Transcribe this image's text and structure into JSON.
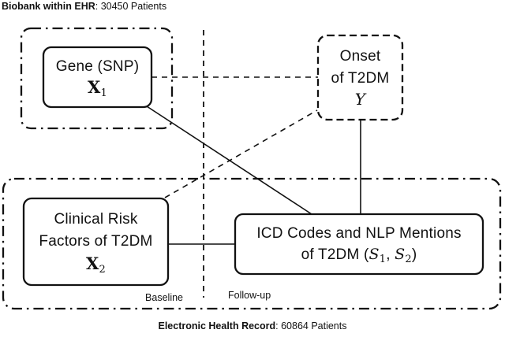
{
  "colors": {
    "ink": "#111111",
    "background": "#ffffff"
  },
  "header": {
    "bold_text": "Biobank within EHR",
    "rest_text": ": 30450 Patients"
  },
  "footer": {
    "bold_text": "Electronic Health Record",
    "rest_text": ": 60864 Patients"
  },
  "timeline": {
    "baseline": "Baseline",
    "followup": "Follow-up"
  },
  "nodes": {
    "gene": {
      "title": "Gene (SNP)",
      "symbol": "X",
      "subscript": "1"
    },
    "onset": {
      "line1": "Onset",
      "line2": "of T2DM",
      "symbol": "Y"
    },
    "clinical_risk": {
      "line1": "Clinical Risk",
      "line2": "Factors of T2DM",
      "symbol": "X",
      "subscript": "2"
    },
    "icd_nlp": {
      "line1": "ICD Codes and NLP Mentions",
      "line2_prefix": "of T2DM (",
      "s1": "S",
      "s1_subscript": "1",
      "separator": ", ",
      "s2": "S",
      "s2_subscript": "2",
      "line2_suffix": ")"
    }
  },
  "edges": [
    {
      "from": "gene",
      "to": "onset",
      "style": "dashed"
    },
    {
      "from": "gene",
      "to": "icd_nlp",
      "style": "solid"
    },
    {
      "from": "clinical_risk",
      "to": "onset",
      "style": "dashed"
    },
    {
      "from": "clinical_risk",
      "to": "icd_nlp",
      "style": "solid"
    },
    {
      "from": "onset",
      "to": "icd_nlp",
      "style": "solid"
    }
  ]
}
